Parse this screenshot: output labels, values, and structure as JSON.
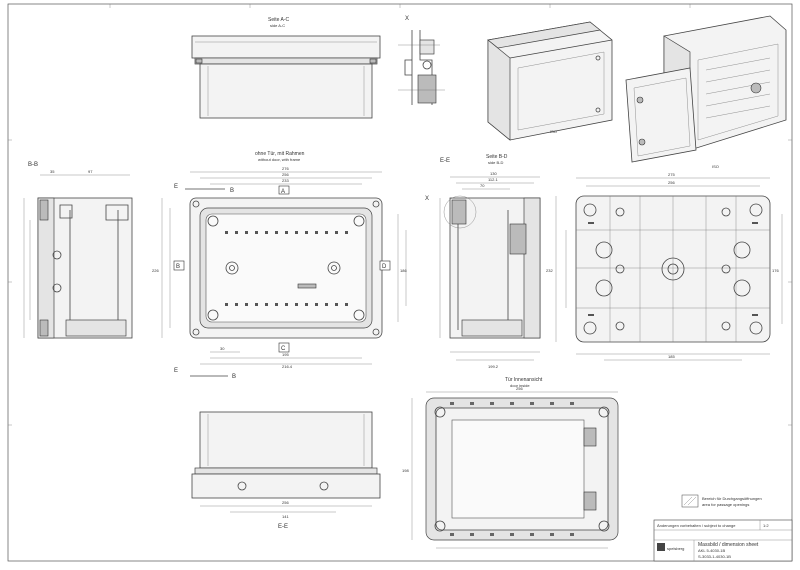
{
  "views": {
    "top": {
      "label": "Seite A-C",
      "sub": "side A-C"
    },
    "door": {
      "label": "ohne Tür, mit Rahmen",
      "sub": "without door, with frame"
    },
    "right": {
      "label": "Seite B-D",
      "sub": "side B-D"
    },
    "inside": {
      "label": "Tür Innenansicht",
      "sub": "door inside"
    },
    "section_bb": "B-B",
    "section_ee": "E-E",
    "section_e_low": "E-E",
    "detail_x": "X",
    "view_x": "X"
  },
  "markers": {
    "a": "A",
    "b": "B",
    "c": "C",
    "d": "D",
    "e": "E"
  },
  "dims": {
    "top_w": "276",
    "top_w2": "256",
    "top_w3": "233",
    "side_d": "130",
    "side_d2": "112.1",
    "side_d3": "70",
    "left_top": "97",
    "left_mid": "35",
    "right_w": "185",
    "right_w2": "199.2",
    "bottom_w": "216.4",
    "bottom_w2": "256",
    "bottom_w3": "195",
    "bottom_small": "30",
    "h_main": "226",
    "h_inner": "186",
    "h_small": "141",
    "back_h": "176",
    "back_h2": "232",
    "back_w": "275",
    "inside_w": "256",
    "inside_h": "198"
  },
  "title_block": {
    "note_de": "Bereich für Durchgangsöffnungen",
    "note_en": "area for passage openings",
    "company": "spelsberg",
    "sheet_title": "Massbild / dimension sheet",
    "series": "AKL 5-4030-1B",
    "part_no": "S-3033-1-4030-1B",
    "disclaimer": "Änderungen vorbehalten / subject to change",
    "scale": "1:2"
  }
}
